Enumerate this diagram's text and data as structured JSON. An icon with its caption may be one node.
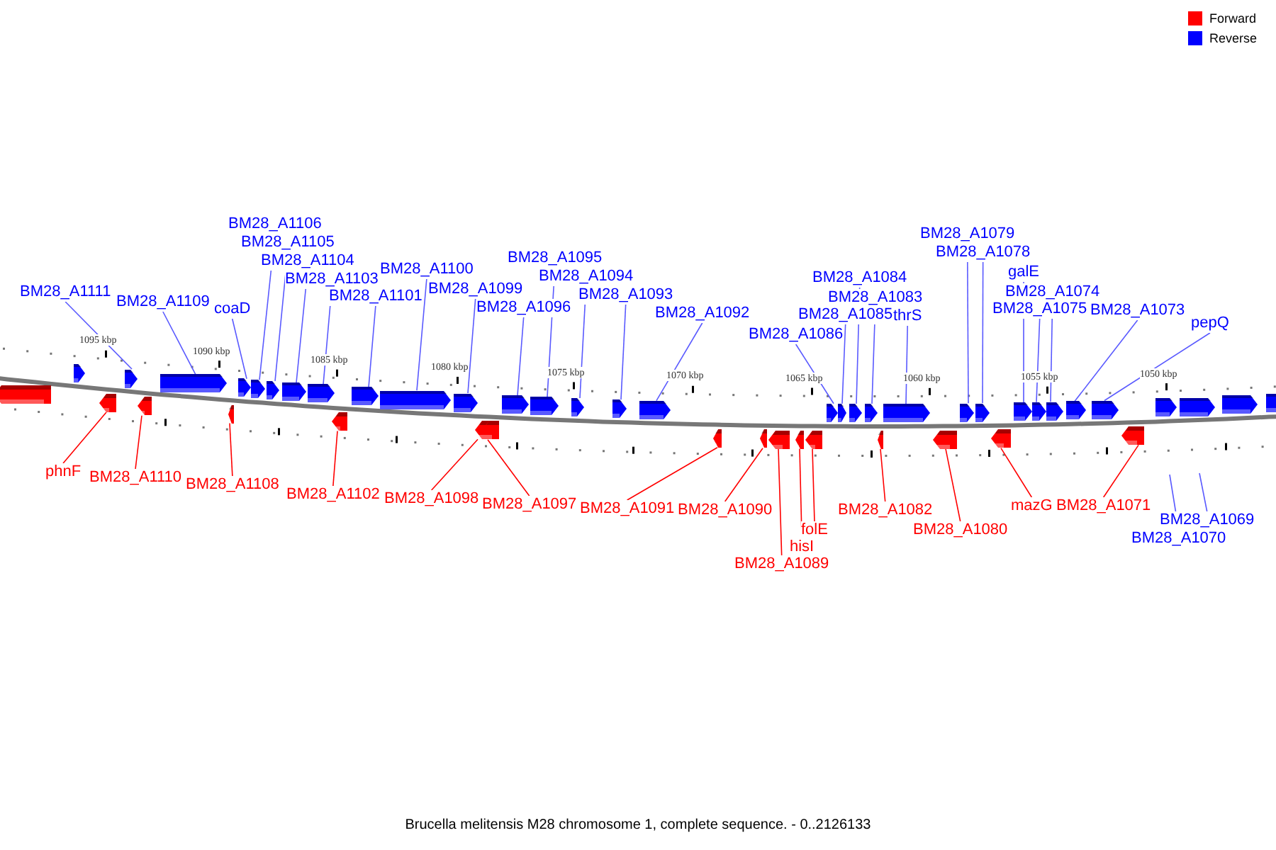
{
  "diagram": {
    "caption": "Brucella melitensis M28 chromosome 1, complete sequence. - 0..2126133",
    "nodes": [
      {
        "text": [
          "BM28_A1106"
        ]
      },
      {
        "text": [
          "BM28_A1105"
        ]
      },
      {
        "text": [
          "BM28_A1079"
        ]
      },
      {
        "text": [
          "BM28_A1078"
        ]
      },
      {
        "text": [
          "BM28_A1104"
        ]
      },
      {
        "text": [
          "BM28_A1100"
        ]
      },
      {
        "text": [
          "BM28_A1095"
        ]
      },
      {
        "text": [
          "galE"
        ]
      },
      {
        "text": [
          "BM28_A1094"
        ]
      },
      {
        "text": [
          "BM28_A1084"
        ]
      },
      {
        "text": [
          "BM28_A1103"
        ]
      },
      {
        "text": [
          "BM28_A1099"
        ]
      },
      {
        "text": [
          "BM28_A1111"
        ]
      },
      {
        "text": [
          "BM28_A1074"
        ]
      },
      {
        "text": [
          "BM28_A1093"
        ]
      },
      {
        "text": [
          "BM28_A1101"
        ]
      },
      {
        "text": [
          "BM28_A1083"
        ]
      },
      {
        "text": [
          "BM28_A1109"
        ]
      },
      {
        "text": [
          "BM28_A1096"
        ]
      },
      {
        "text": [
          "coaD"
        ]
      },
      {
        "text": [
          "BM28_A1075"
        ]
      },
      {
        "text": [
          "BM28_A1073"
        ]
      },
      {
        "text": [
          "BM28_A1092"
        ]
      },
      {
        "text": [
          "BM28_A1085"
        ]
      },
      {
        "text": [
          "thrS"
        ]
      },
      {
        "text": [
          "pepQ"
        ]
      },
      {
        "text": [
          "BM28_A1086"
        ]
      },
      {
        "text": [
          "phnF"
        ]
      },
      {
        "text": [
          "BM28_A1110"
        ]
      },
      {
        "text": [
          "BM28_A1108"
        ]
      },
      {
        "text": [
          "BM28_A1102"
        ]
      },
      {
        "text": [
          "BM28_A1098"
        ]
      },
      {
        "text": [
          "BM28_A1097"
        ]
      },
      {
        "text": [
          "mazG"
        ]
      },
      {
        "text": [
          "BM28_A1071"
        ]
      },
      {
        "text": [
          "BM28_A1091"
        ]
      },
      {
        "text": [
          "BM28_A1090"
        ]
      },
      {
        "text": [
          "BM28_A1082"
        ]
      },
      {
        "text": [
          "BM28_A1069"
        ]
      },
      {
        "text": [
          "folE"
        ]
      },
      {
        "text": [
          "BM28_A1080"
        ]
      },
      {
        "text": [
          "BM28_A1070"
        ]
      },
      {
        "text": [
          "hisI"
        ]
      },
      {
        "text": [
          "BM28_A1089"
        ]
      },
      {
        "text": [],
        "shape": "pentagon"
      },
      {
        "text": [],
        "shape": "pentagon"
      },
      {
        "text": [],
        "shape": "pentagon"
      },
      {
        "text": [],
        "shape": "pentagon"
      },
      {
        "text": [],
        "shape": "pentagon"
      },
      {
        "text": [],
        "shape": "pentagon"
      },
      {
        "text": [],
        "shape": "pentagon"
      },
      {
        "text": [],
        "shape": "pentagon"
      },
      {
        "text": [],
        "shape": "pentagon"
      },
      {
        "text": [],
        "shape": "pentagon"
      },
      {
        "text": [],
        "shape": "pentagon"
      },
      {
        "text": [],
        "shape": "pentagon"
      },
      {
        "text": [],
        "shape": "pentagon"
      },
      {
        "text": [],
        "shape": "pentagon"
      },
      {
        "text": [],
        "shape": "pentagon"
      },
      {
        "text": [],
        "shape": "pentagon"
      },
      {
        "text": [],
        "shape": "pentagon"
      },
      {
        "text": [],
        "shape": "pentagon"
      },
      {
        "text": [],
        "shape": "pentagon"
      },
      {
        "text": [],
        "shape": "pentagon"
      },
      {
        "text": [],
        "shape": "pentagon"
      },
      {
        "text": [],
        "shape": "pentagon"
      },
      {
        "text": [],
        "shape": "pentagon"
      },
      {
        "text": [],
        "shape": "pentagon"
      },
      {
        "text": [],
        "shape": "pentagon"
      },
      {
        "text": [],
        "shape": "pentagon"
      },
      {
        "text": [],
        "shape": "pentagon"
      },
      {
        "text": [],
        "shape": "pentagon"
      },
      {
        "text": [],
        "shape": "pentagon"
      },
      {
        "text": [],
        "shape": "pentagon"
      },
      {
        "text": [],
        "shape": "pentagon"
      },
      {
        "text": [],
        "shape": "pentagon"
      },
      {
        "text": [],
        "shape": "pentagon"
      },
      {
        "text": [],
        "shape": "pentagon"
      },
      {
        "text": [],
        "shape": "pentagon"
      },
      {
        "text": [],
        "shape": "pentagon"
      },
      {
        "text": [],
        "shape": "pentagon"
      },
      {
        "text": [],
        "shape": "pentagon"
      },
      {
        "text": [],
        "shape": "pentagon"
      },
      {
        "text": [],
        "shape": "pentagon"
      },
      {
        "text": [],
        "shape": "pentagon"
      },
      {
        "text": [],
        "shape": "pentagon"
      },
      {
        "text": [],
        "shape": "pentagon"
      },
      {
        "text": [],
        "shape": "pentagon"
      },
      {
        "text": [],
        "shape": "pentagon"
      },
      {
        "text": [],
        "shape": "pentagon"
      },
      {
        "text": [],
        "shape": "pentagon"
      },
      {
        "text": [],
        "shape": "pentagon"
      }
    ],
    "edges": [
      {
        "from": 12,
        "to": 47,
        "arrow": "none"
      },
      {
        "from": 17,
        "to": 49,
        "arrow": "none"
      },
      {
        "from": 19,
        "to": 51,
        "arrow": "none"
      },
      {
        "from": 0,
        "to": 52,
        "arrow": "none"
      },
      {
        "from": 1,
        "to": 53,
        "arrow": "none"
      },
      {
        "from": 4,
        "to": 54,
        "arrow": "none"
      },
      {
        "from": 10,
        "to": 55,
        "arrow": "none"
      },
      {
        "from": 15,
        "to": 57,
        "arrow": "none"
      },
      {
        "from": 5,
        "to": 58,
        "arrow": "none"
      },
      {
        "from": 11,
        "to": 59,
        "arrow": "none"
      },
      {
        "from": 18,
        "to": 62,
        "arrow": "none"
      },
      {
        "from": 6,
        "to": 63,
        "arrow": "none"
      },
      {
        "from": 8,
        "to": 64,
        "arrow": "none"
      },
      {
        "from": 14,
        "to": 65,
        "arrow": "none"
      },
      {
        "from": 22,
        "to": 66,
        "arrow": "none"
      },
      {
        "from": 26,
        "to": 72,
        "arrow": "none"
      },
      {
        "from": 23,
        "to": 73,
        "arrow": "none"
      },
      {
        "from": 9,
        "to": 74,
        "arrow": "none"
      },
      {
        "from": 16,
        "to": 75,
        "arrow": "none"
      },
      {
        "from": 24,
        "to": 77,
        "arrow": "none"
      },
      {
        "from": 2,
        "to": 79,
        "arrow": "none"
      },
      {
        "from": 3,
        "to": 80,
        "arrow": "none"
      },
      {
        "from": 7,
        "to": 82,
        "arrow": "none"
      },
      {
        "from": 20,
        "to": 83,
        "arrow": "none"
      },
      {
        "from": 13,
        "to": 84,
        "arrow": "none"
      },
      {
        "from": 21,
        "to": 85,
        "arrow": "none"
      },
      {
        "from": 25,
        "to": 86,
        "arrow": "none"
      },
      {
        "from": 38,
        "to": null,
        "arrow": "none"
      },
      {
        "from": 41,
        "to": null,
        "arrow": "none"
      },
      {
        "from": 27,
        "to": 46,
        "arrow": "none",
        "color": "#ff0000"
      },
      {
        "from": 28,
        "to": 48,
        "arrow": "none",
        "color": "#ff0000"
      },
      {
        "from": 29,
        "to": 50,
        "arrow": "none",
        "color": "#ff0000"
      },
      {
        "from": 30,
        "to": 56,
        "arrow": "none",
        "color": "#ff0000"
      },
      {
        "from": 31,
        "to": 60,
        "arrow": "none",
        "color": "#ff0000"
      },
      {
        "from": 32,
        "to": 61,
        "arrow": "none",
        "color": "#ff0000"
      },
      {
        "from": 35,
        "to": 67,
        "arrow": "none",
        "color": "#ff0000"
      },
      {
        "from": 36,
        "to": 68,
        "arrow": "none",
        "color": "#ff0000"
      },
      {
        "from": 43,
        "to": 69,
        "arrow": "none",
        "color": "#ff0000"
      },
      {
        "from": 42,
        "to": 70,
        "arrow": "none",
        "color": "#ff0000"
      },
      {
        "from": 39,
        "to": 71,
        "arrow": "none",
        "color": "#ff0000"
      },
      {
        "from": 37,
        "to": 76,
        "arrow": "none",
        "color": "#ff0000"
      },
      {
        "from": 40,
        "to": 78,
        "arrow": "none",
        "color": "#ff0000"
      },
      {
        "from": 33,
        "to": 81,
        "arrow": "none",
        "color": "#ff0000"
      },
      {
        "from": 34,
        "to": 87,
        "arrow": "none",
        "color": "#ff0000"
      }
    ],
    "labels": [
      "1095 kbp",
      "1090 kbp",
      "1085 kbp",
      "1080 kbp",
      "1075 kbp",
      "1070 kbp",
      "1065 kbp",
      "1060 kbp",
      "1055 kbp",
      "1050 kbp"
    ],
    "legend": [
      {
        "text": "Forward",
        "color": "#ff0000"
      },
      {
        "text": "Reverse",
        "color": "#0000ff"
      }
    ]
  }
}
